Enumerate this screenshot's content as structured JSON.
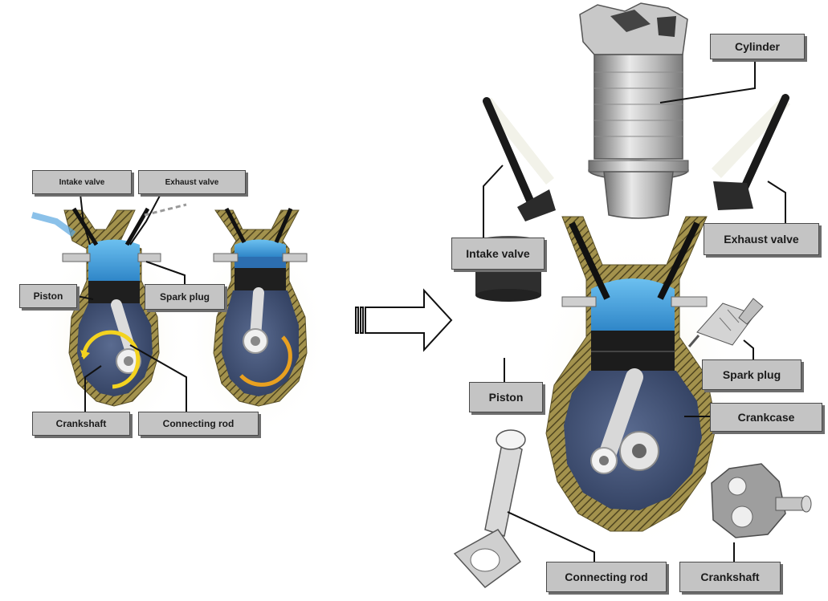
{
  "left_diagram": {
    "labels": {
      "intake_valve": "Intake valve",
      "exhaust_valve": "Exhaust valve",
      "piston": "Piston",
      "spark_plug": "Spark plug",
      "crankshaft": "Crankshaft",
      "connecting_rod": "Connecting rod"
    }
  },
  "exploded_diagram": {
    "labels": {
      "cylinder": "Cylinder",
      "intake_valve": "Intake valve",
      "exhaust_valve": "Exhaust valve",
      "piston": "Piston",
      "spark_plug": "Spark plug",
      "crankcase": "Crankcase",
      "connecting_rod": "Connecting rod",
      "crankshaft": "Crankshaft"
    }
  },
  "colors": {
    "label_fill": "#c4c4c4",
    "combustion_blue": "#3e9ad6",
    "crankcase_navy": "#3a4a6e",
    "hatch_olive": "#8a7a3a",
    "rotation_yellow": "#f3d31f"
  },
  "icons": [
    "right-arrow-icon"
  ]
}
